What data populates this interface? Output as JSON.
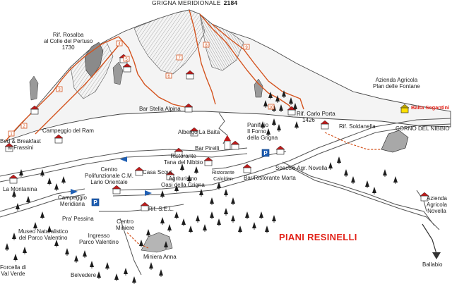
{
  "map": {
    "title": "PIANI RESINELLI",
    "peak": {
      "name": "GRIGNA MERIDIONALE",
      "elevation": "2184"
    },
    "highlight_poi": "Baita Segantini",
    "colors": {
      "trail": "#d4531e",
      "title": "#e2231a",
      "roof": "#c01a1a",
      "parking": "#1f5fb4",
      "arrow": "#1f5fb4",
      "highlight_house": "#ffe000"
    },
    "labels": {
      "rif_rosalba_1": "Rif. Rosalba",
      "rif_rosalba_2": "al Colle del Pertuso",
      "rif_rosalba_3": "1730",
      "azienda_fontane_1": "Azienda Agricola",
      "azienda_fontane_2": "Plan delle Fontane",
      "bar_stella": "Bar Stella Alpina",
      "rif_carlo_porta_1": "Rif. Carlo Porta",
      "rif_carlo_porta_2": "1426",
      "rif_soldanella": "Rif. Soldanella",
      "corno_nibbio": "CORNO DEL NIBBIO",
      "panificio_1": "Panificio",
      "panificio_2": "Il Forno",
      "panificio_3": "della Grigna",
      "campeggio_ram": "Campeggio del Ram",
      "albergo_baita": "Albergo La Baita",
      "bnb_1": "Bed & Breakfast",
      "bnb_2": "ai Frassini",
      "bar_pirelli": "Bar Pirelli",
      "tana_nibbio_1": "Ristorante",
      "tana_nibbio_2": "Tana del Nibbio",
      "spaccio": "Spaccio Agr. Novella",
      "calolden_1": "Ristorante",
      "calolden_2": "Calolden",
      "bar_marta": "Bar/Ristorante Marta",
      "polifunzionale_1": "Centro",
      "polifunzionale_2": "Polifunzionale C.M.",
      "polifunzionale_3": "Lario Orientale",
      "casa_scout": "Casa Scout",
      "agriturismo_1": "Agriturismo",
      "agriturismo_2": "Oasi della Grigna",
      "montanina": "La Montanina",
      "campeggio_meridiana_1": "Campeggio",
      "campeggio_meridiana_2": "Meridiana",
      "azienda_novella_1": "Azienda",
      "azienda_novella_2": "Agricola",
      "azienda_novella_3": "Novella",
      "rif_sel": "Rif. S.E.L.",
      "pra_pessina": "Pra' Pessina",
      "centro_miniere_1": "Centro",
      "centro_miniere_2": "Miniere",
      "museo_1": "Museo Naturalistico",
      "museo_2": "del Parco Valentino",
      "ingresso_1": "Ingresso",
      "ingresso_2": "Parco Valentino",
      "ballabio": "Ballabio",
      "miniera_anna": "Miniera Anna",
      "forcella_1": "Forcella di",
      "forcella_2": "Val Verde",
      "belvedere": "Belvedere"
    },
    "trail_markers": [
      "1",
      "2",
      "3",
      "4",
      "5",
      "6",
      "7",
      "8",
      "9",
      "10"
    ],
    "parking_symbol": "P"
  }
}
